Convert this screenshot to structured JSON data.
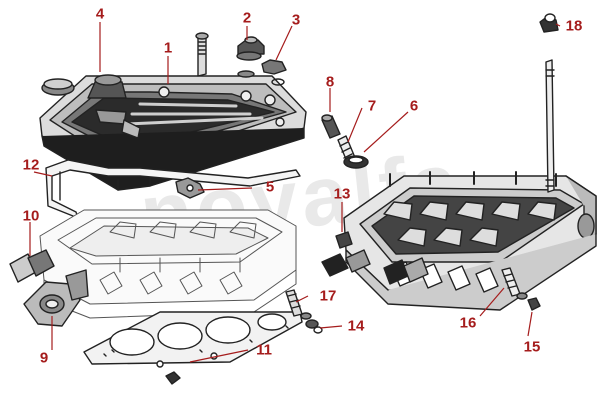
{
  "diagram": {
    "label_color": "#a51c1c",
    "leader_color": "#a51c1c",
    "line_color": "#222222",
    "watermark_text": "novalfa",
    "callouts": [
      {
        "id": "1",
        "text": "1"
      },
      {
        "id": "2",
        "text": "2"
      },
      {
        "id": "3",
        "text": "3"
      },
      {
        "id": "4",
        "text": "4"
      },
      {
        "id": "5",
        "text": "5"
      },
      {
        "id": "6",
        "text": "6"
      },
      {
        "id": "7",
        "text": "7"
      },
      {
        "id": "8",
        "text": "8"
      },
      {
        "id": "9",
        "text": "9"
      },
      {
        "id": "10",
        "text": "10"
      },
      {
        "id": "11",
        "text": "11"
      },
      {
        "id": "12",
        "text": "12"
      },
      {
        "id": "13",
        "text": "13"
      },
      {
        "id": "14",
        "text": "14"
      },
      {
        "id": "15",
        "text": "15"
      },
      {
        "id": "16",
        "text": "16"
      },
      {
        "id": "17",
        "text": "17"
      },
      {
        "id": "18",
        "text": "18"
      }
    ]
  }
}
